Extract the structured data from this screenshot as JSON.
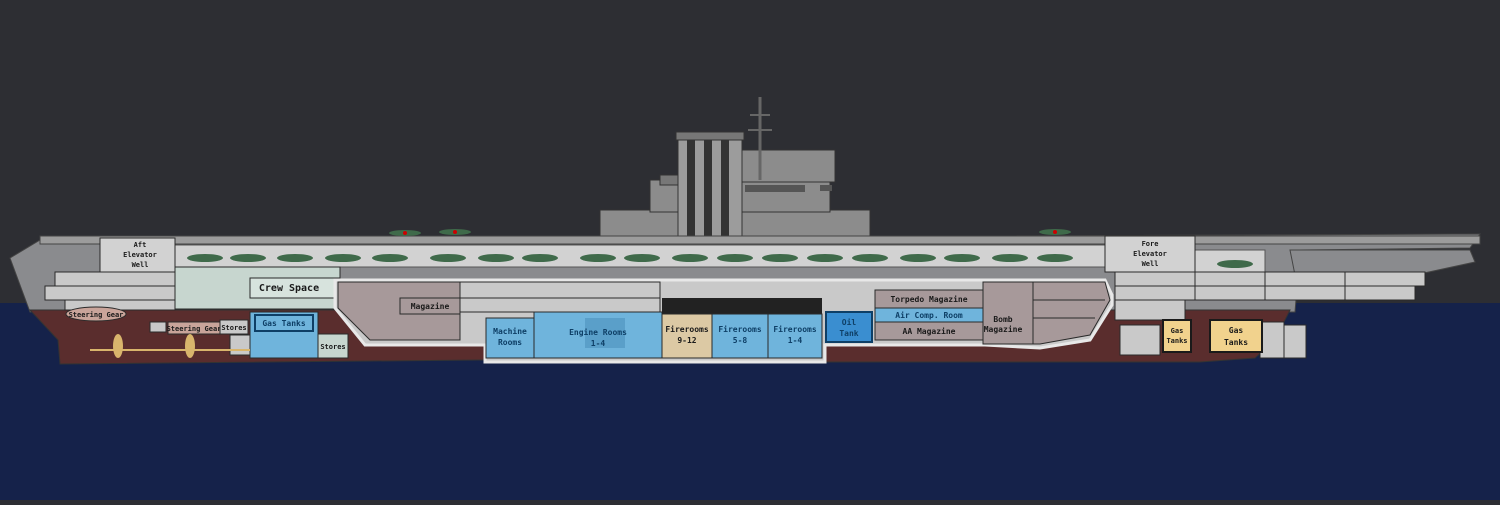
{
  "colors": {
    "sky": "#2d2e33",
    "sea": "#15224a",
    "hull_below": "#5a2d2d",
    "hull_grey": "#8a8b8e",
    "compartment": "#c9c9c9",
    "hangar": "#d2d2d2",
    "crew_green": "#c7d6cf",
    "magazine": "#a7999a",
    "engine_blue": "#6fb4dc",
    "engine_blue_dark": "#3b8ac2",
    "fireroom_tan": "#dcc9a4",
    "gas_tank_yellow": "#f1d28d",
    "oil_tank_blue": "#3a8ed0"
  },
  "labels": {
    "aft_elevator": [
      "Aft",
      "Elevator",
      "Well"
    ],
    "fore_elevator": [
      "Fore",
      "Elevator",
      "Well"
    ],
    "crew_space": "Crew Space",
    "steering_gear_1": "Steering Gear",
    "steering_gear_2": "Steering Gear",
    "stores_1": "Stores",
    "stores_2": "Stores",
    "gas_tanks_aft": "Gas Tanks",
    "magazine": "Magazine",
    "machine_rooms": [
      "Machine",
      "Rooms"
    ],
    "engine_rooms": [
      "Engine Rooms",
      "1-4"
    ],
    "firerooms_9_12": [
      "Firerooms",
      "9-12"
    ],
    "firerooms_5_8": [
      "Firerooms",
      "5-8"
    ],
    "firerooms_1_4": [
      "Firerooms",
      "1-4"
    ],
    "oil_tank": [
      "Oil",
      "Tank"
    ],
    "torpedo_magazine": "Torpedo Magazine",
    "air_comp_room": "Air Comp. Room",
    "aa_magazine": "AA Magazine",
    "bomb_magazine": [
      "Bomb",
      "Magazine"
    ],
    "gas_tanks_fore_small": [
      "Gas",
      "Tanks"
    ],
    "gas_tanks_fore_large": [
      "Gas",
      "Tanks"
    ]
  }
}
